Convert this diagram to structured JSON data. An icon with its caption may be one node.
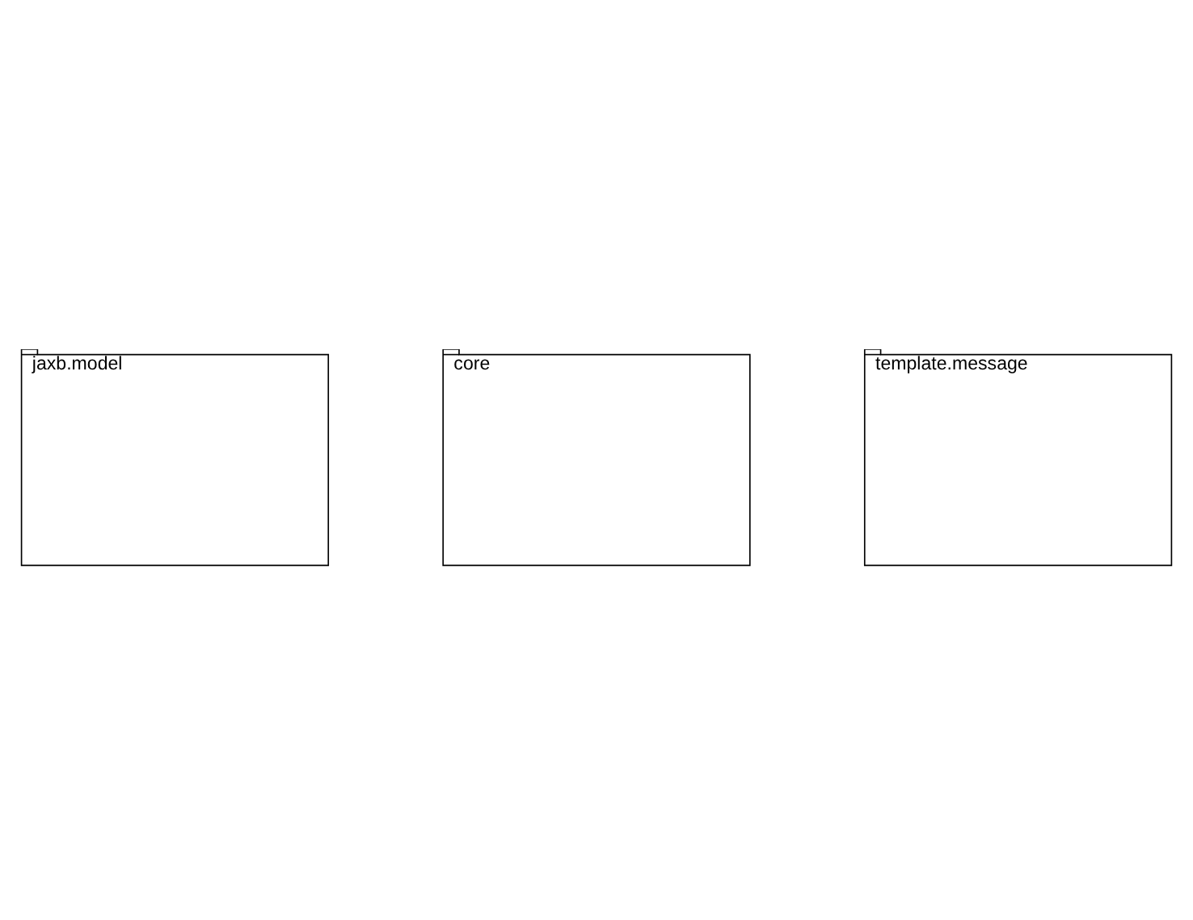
{
  "diagram": {
    "nodes": [
      {
        "text": [
          "jaxb.model"
        ]
      },
      {
        "text": [
          "core"
        ]
      },
      {
        "text": [
          "template.message"
        ]
      }
    ]
  }
}
